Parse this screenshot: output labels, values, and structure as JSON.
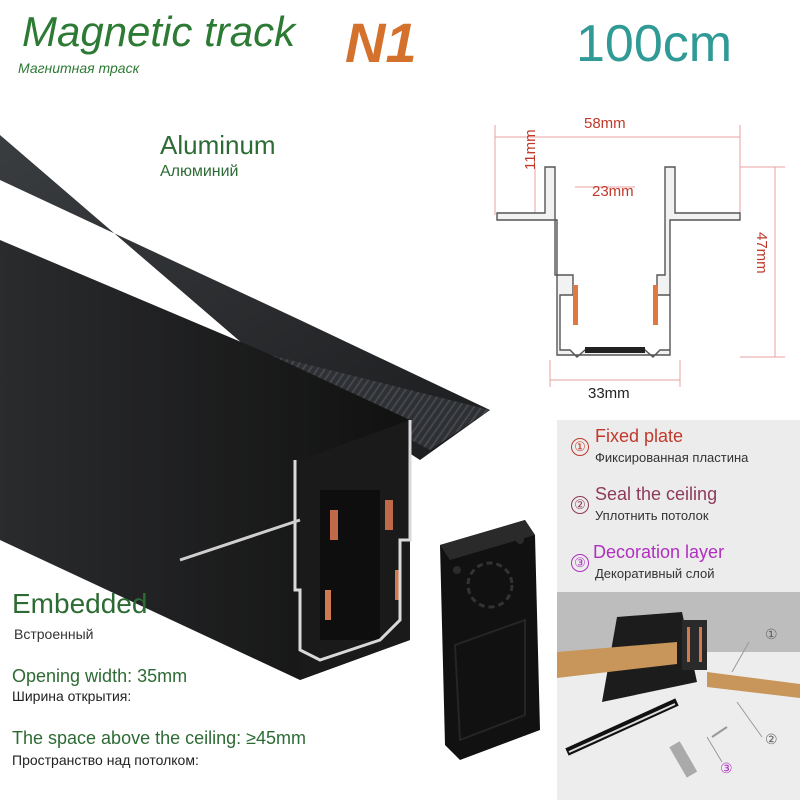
{
  "header": {
    "title": "Magnetic track",
    "subtitle": "Магнитная траск",
    "model": "N1",
    "length": "100cm"
  },
  "material": {
    "label": "Aluminum",
    "label_ru": "Алюминий"
  },
  "type": {
    "label": "Embedded",
    "label_ru": "Встроенный"
  },
  "specs": [
    {
      "label": "Opening width: 35mm",
      "label_ru": "Ширина открытия:"
    },
    {
      "label": "The space above the ceiling: ≥45mm",
      "label_ru": "Пространство над потолком:"
    }
  ],
  "dimensions": {
    "top_width": "58mm",
    "inner_width": "23mm",
    "flange_height": "11mm",
    "total_height": "47mm",
    "bottom_width": "33mm"
  },
  "legend": [
    {
      "num": "①",
      "label": "Fixed plate",
      "label_ru": "Фиксированная пластина",
      "color": "#c0392b"
    },
    {
      "num": "②",
      "label": "Seal the ceiling",
      "label_ru": "Уплотнить потолок",
      "color": "#8e3a5a"
    },
    {
      "num": "③",
      "label": "Decoration layer",
      "label_ru": "Декоративный слой",
      "color": "#b02fc0"
    }
  ],
  "install_markers": [
    "①",
    "②",
    "③"
  ]
}
